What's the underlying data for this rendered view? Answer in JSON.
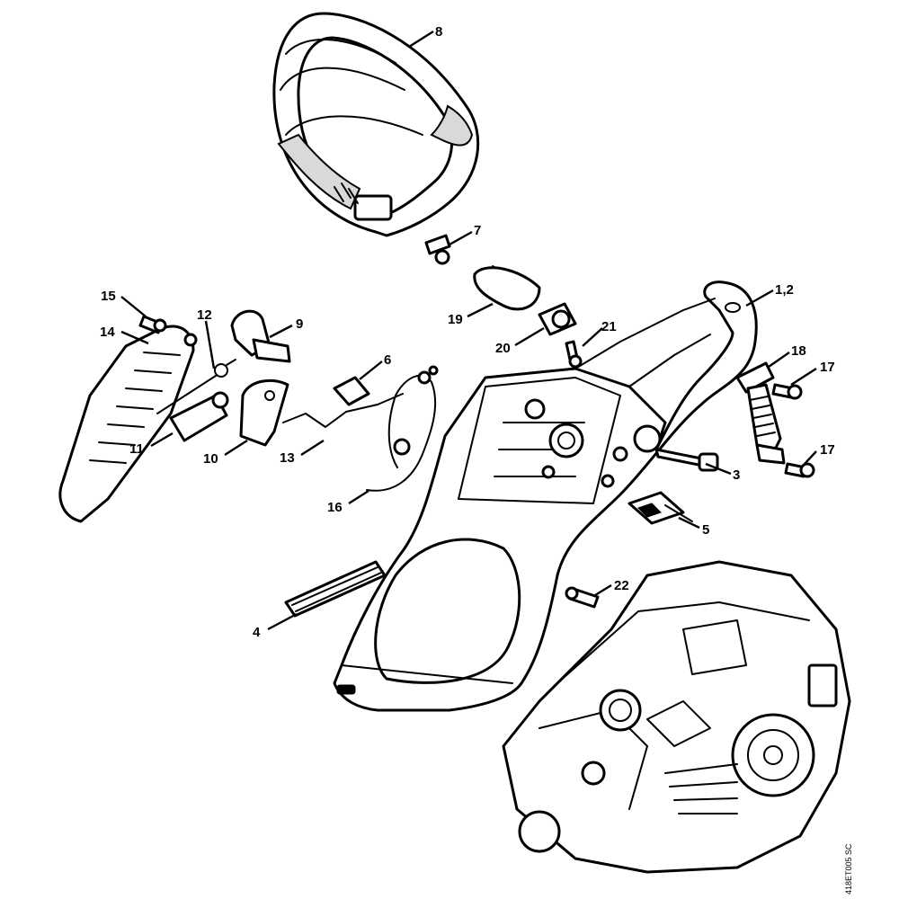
{
  "callouts": {
    "c1_2": "1,2",
    "c3": "3",
    "c4": "4",
    "c5": "5",
    "c6": "6",
    "c7": "7",
    "c8": "8",
    "c9": "9",
    "c10": "10",
    "c11": "11",
    "c12": "12",
    "c13": "13",
    "c14": "14",
    "c15": "15",
    "c16": "16",
    "c17a": "17",
    "c17b": "17",
    "c18": "18",
    "c19": "19",
    "c20": "20",
    "c21": "21",
    "c22": "22"
  },
  "drawing_code": "418ET005 SC"
}
